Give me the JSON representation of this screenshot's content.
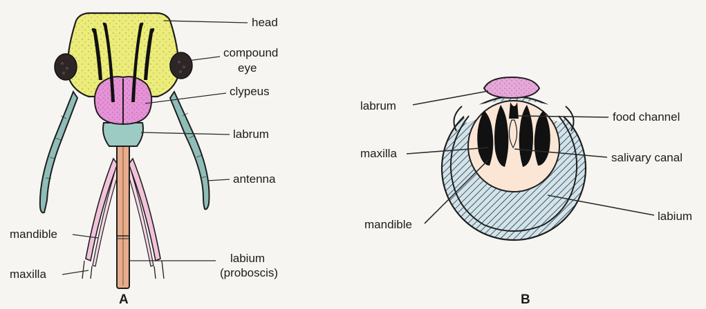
{
  "diagram": {
    "panel_a": {
      "letter": "A",
      "labels": {
        "head": "head",
        "compound_eye_line1": "compound",
        "compound_eye_line2": "eye",
        "clypeus": "clypeus",
        "labrum": "labrum",
        "antenna": "antenna",
        "mandible": "mandible",
        "maxilla": "maxilla",
        "labium_line1": "labium",
        "labium_line2": "(proboscis)"
      }
    },
    "panel_b": {
      "letter": "B",
      "labels": {
        "labrum": "labrum",
        "food_channel": "food channel",
        "maxilla": "maxilla",
        "salivary_canal": "salivary canal",
        "mandible": "mandible",
        "labium": "labium"
      }
    },
    "colors": {
      "head": "#ecec7a",
      "clypeus": "#e592d6",
      "labrum": "#9ccbc4",
      "antenna": "#8fbdb7",
      "mouthpart": "#f1c2da",
      "proboscis": "#e6ad8c",
      "eye": "#2e2626",
      "cross_section_fill": "#fbe6d6",
      "outline": "#1e1e1e"
    }
  }
}
